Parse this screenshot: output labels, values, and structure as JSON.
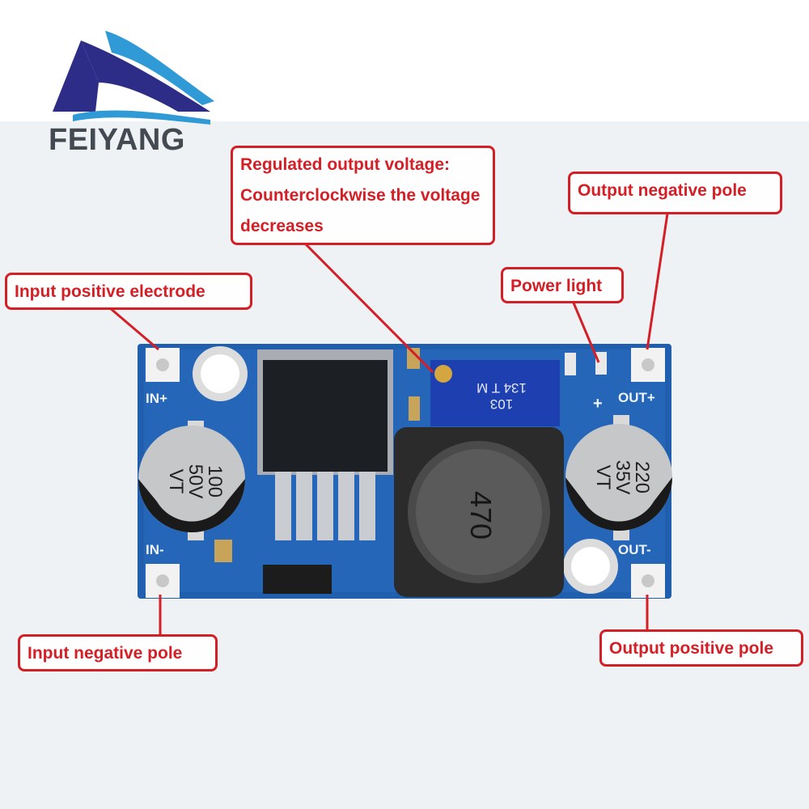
{
  "brand": {
    "name": "FEIYANG"
  },
  "callouts": {
    "regulated": "Regulated output voltage: Counterclockwise the voltage decreases",
    "output_negative_top": "Output negative pole",
    "power_light": "Power light",
    "input_positive": "Input positive electrode",
    "input_negative": "Input negative pole",
    "output_positive_bottom": "Output positive pole"
  },
  "board": {
    "pad_in_plus": "IN+",
    "pad_in_minus": "IN-",
    "pad_out_plus": "OUT+",
    "pad_out_minus": "OUT-",
    "plus_mark": "+",
    "cap_left": {
      "line1": "100",
      "line2": "50V",
      "line3": "VT"
    },
    "cap_right": {
      "line1": "220",
      "line2": "35V",
      "line3": "VT"
    },
    "inductor": "470",
    "pot": {
      "line1": "103",
      "line2": "134 T M"
    }
  },
  "colors": {
    "callout_red": "#d41f26",
    "pcb_blue": "#1f5fae",
    "logo_navy": "#2d2c86",
    "logo_blue": "#2f9ad6"
  }
}
